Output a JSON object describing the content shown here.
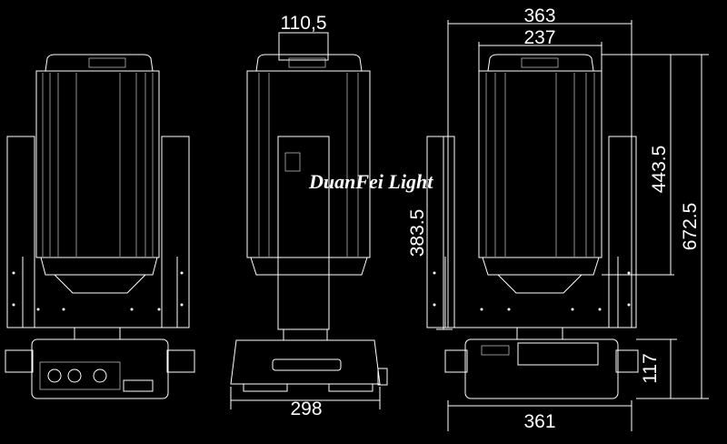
{
  "watermark": "DuanFei Light",
  "dimensions": {
    "side_top_width": "110,5",
    "side_base_width": "298",
    "overall_width": "363",
    "head_width": "237",
    "base_width": "361",
    "base_height": "117",
    "head_height": "443.5",
    "total_height": "672.5",
    "side_height": "383.5"
  },
  "colors": {
    "background": "#000000",
    "line": "#ffffff"
  }
}
